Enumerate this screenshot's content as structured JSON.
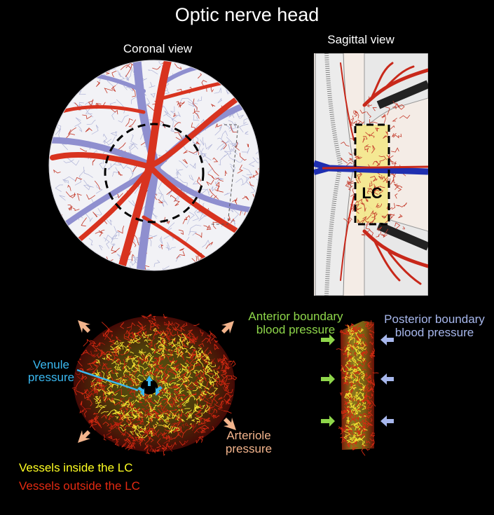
{
  "title": "Optic nerve head",
  "views": {
    "coronal_label": "Coronal view",
    "sagittal_label": "Sagittal view",
    "lc_label": "LC"
  },
  "pressures": {
    "venule": "Venule pressure",
    "arteriole": "Arteriole pressure",
    "anterior": "Anterior boundary blood pressure",
    "posterior": "Posterior boundary blood pressure"
  },
  "legend": {
    "inside": "Vessels inside the LC",
    "outside": "Vessels outside the LC"
  },
  "colors": {
    "background": "#000000",
    "artery": "#d8331f",
    "vein": "#8f8fcf",
    "capillary": "#c43a2a",
    "lc_fill": "#f4e88a",
    "inside_vessels": "#ffff22",
    "outside_vessels": "#e42a12",
    "venule_text": "#3ab8f0",
    "arteriole_text": "#f3b48c",
    "anterior_text": "#8ed64a",
    "posterior_text": "#a7b7ec"
  }
}
